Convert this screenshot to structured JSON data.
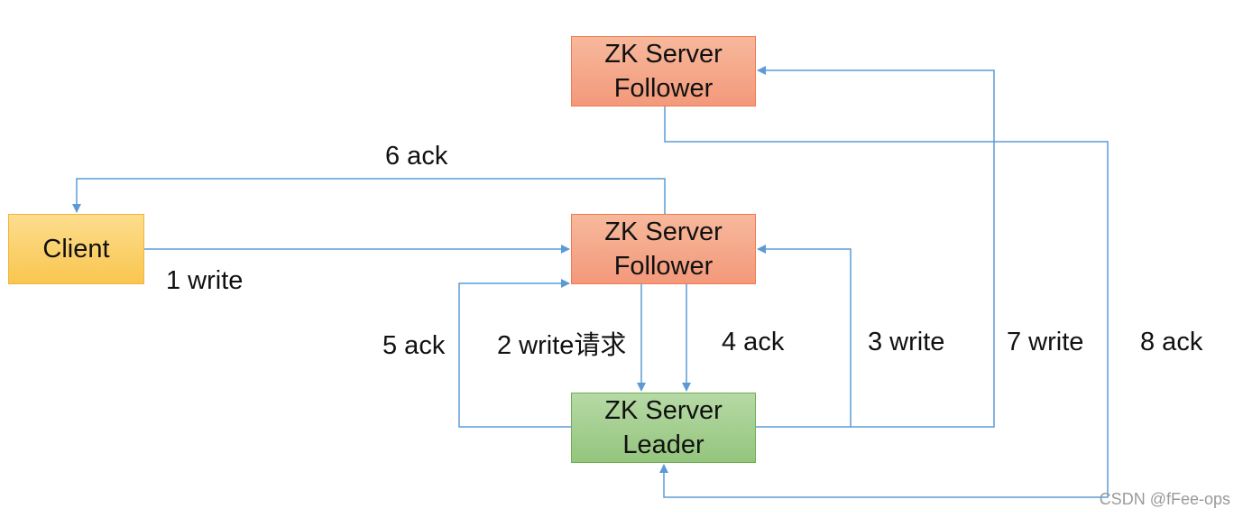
{
  "colors": {
    "arrow": "#5b9bd5",
    "client_fill": "#f9c64f",
    "follower_fill": "#f3997a",
    "leader_fill": "#94c57d"
  },
  "nodes": {
    "client": {
      "label": "Client"
    },
    "follower_top": {
      "line1": "ZK Server",
      "line2": "Follower"
    },
    "follower_mid": {
      "line1": "ZK Server",
      "line2": "Follower"
    },
    "leader": {
      "line1": "ZK Server",
      "line2": "Leader"
    }
  },
  "edges": [
    {
      "label": "1 write",
      "from": "client",
      "to": "follower_mid"
    },
    {
      "label": "2 write请求",
      "from": "follower_mid",
      "to": "leader"
    },
    {
      "label": "3 write",
      "from": "leader",
      "to": "follower_mid"
    },
    {
      "label": "4 ack",
      "from": "follower_mid",
      "to": "leader"
    },
    {
      "label": "5 ack",
      "from": "leader",
      "to": "follower_mid"
    },
    {
      "label": "6 ack",
      "from": "follower_mid",
      "to": "client"
    },
    {
      "label": "7 write",
      "from": "leader",
      "to": "follower_top"
    },
    {
      "label": "8 ack",
      "from": "follower_top",
      "to": "leader"
    }
  ],
  "watermark": "CSDN @fFee-ops"
}
